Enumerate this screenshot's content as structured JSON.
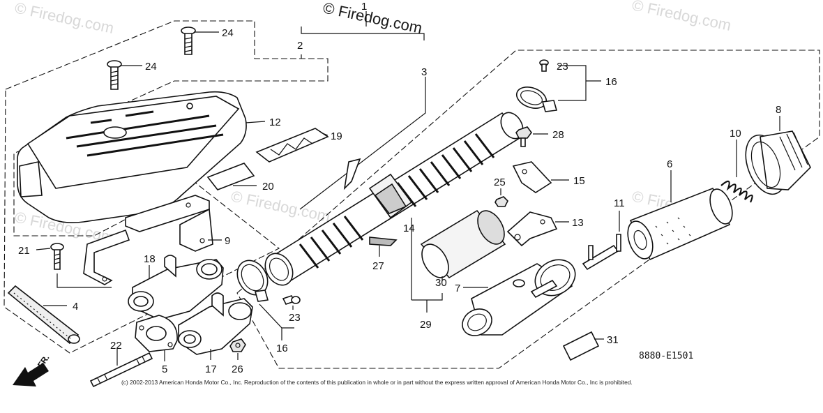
{
  "watermarks": {
    "top_center": "© Firedog.com",
    "faint": "© Firedog.com"
  },
  "diagram_code": "8880-E1501",
  "front_indicator": "FR.",
  "copyright": "(c) 2002-2013 American Honda Motor Co., Inc. Reproduction of the contents of this publication in whole or in part without the express written approval of American Honda Motor Co., Inc is prohibited.",
  "callouts": {
    "n1": "1",
    "n2": "2",
    "n3": "3",
    "n4": "4",
    "n5": "5",
    "n6": "6",
    "n7": "7",
    "n8": "8",
    "n9": "9",
    "n10": "10",
    "n11": "11",
    "n12": "12",
    "n13": "13",
    "n14": "14",
    "n15": "15",
    "n16a": "16",
    "n16b": "16",
    "n17": "17",
    "n18": "18",
    "n19": "19",
    "n20": "20",
    "n21": "21",
    "n22": "22",
    "n23a": "23",
    "n23b": "23",
    "n24a": "24",
    "n24b": "24",
    "n25": "25",
    "n26": "26",
    "n27": "27",
    "n28": "28",
    "n29": "29",
    "n30": "30",
    "n31": "31"
  },
  "icons": {
    "front_arrow": "arrow-down-left-icon"
  }
}
